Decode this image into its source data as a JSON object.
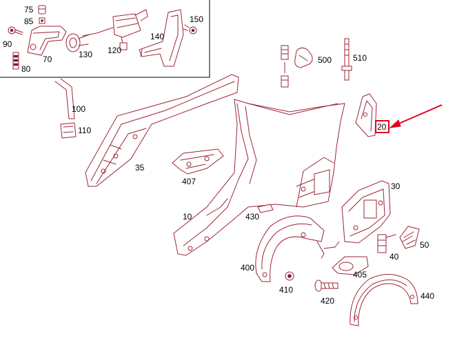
{
  "diagram": {
    "labels": {
      "p75": "75",
      "p85": "85",
      "p90": "90",
      "p80": "80",
      "p70": "70",
      "p130": "130",
      "p120": "120",
      "p140": "140",
      "p150": "150",
      "p100": "100",
      "p110": "110",
      "p35": "35",
      "p407": "407",
      "p500": "500",
      "p510": "510",
      "p20": "20",
      "p30": "30",
      "p10": "10",
      "p430": "430",
      "p50": "50",
      "p40": "40",
      "p400": "400",
      "p405": "405",
      "p410": "410",
      "p420": "420",
      "p440": "440"
    },
    "colors": {
      "line_art": "#9b2335",
      "highlight": "#e3001b",
      "frame": "#000000"
    },
    "highlighted_part": "20",
    "icons": [
      "red-arrow-pointer-icon",
      "wrench-icon"
    ]
  }
}
